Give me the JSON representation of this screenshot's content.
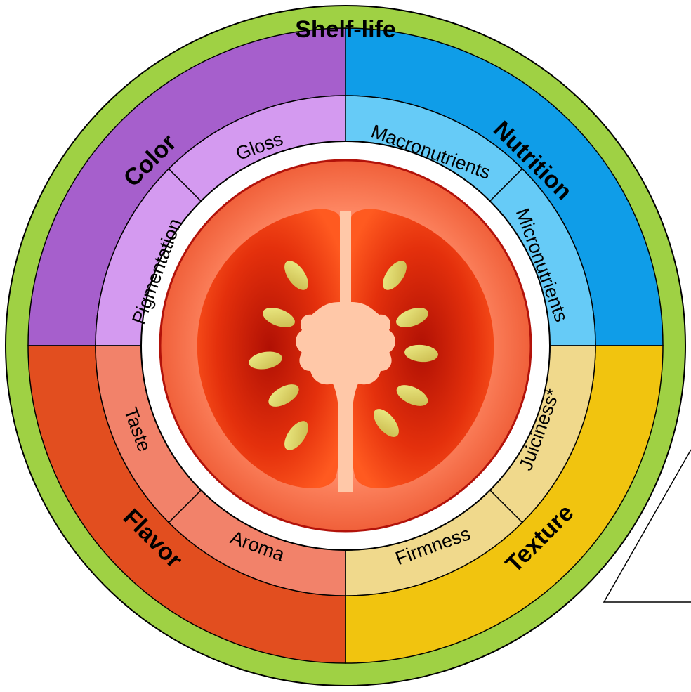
{
  "outer_ring": {
    "label": "Shelf-life",
    "color": "#9fd144"
  },
  "categories": [
    {
      "key": "color",
      "label": "Color",
      "color": "#a65fcc",
      "sub_color": "#d49af0",
      "subs": [
        {
          "label": "Pigmentation"
        },
        {
          "label": "Gloss"
        }
      ]
    },
    {
      "key": "nutrition",
      "label": "Nutrition",
      "color": "#0f9de8",
      "sub_color": "#66cbf7",
      "subs": [
        {
          "label": "Macronutrients"
        },
        {
          "label": "Micronutrients"
        }
      ]
    },
    {
      "key": "texture",
      "label": "Texture",
      "color": "#f1c40f",
      "sub_color": "#f0d98c",
      "subs": [
        {
          "label": "Juiciness*"
        },
        {
          "label": "Firmness"
        }
      ]
    },
    {
      "key": "flavor",
      "label": "Flavor",
      "color": "#e24e1f",
      "sub_color": "#f2826a",
      "subs": [
        {
          "label": "Aroma"
        },
        {
          "label": "Taste"
        }
      ]
    }
  ],
  "center": {
    "icon": "tomato-slice-icon",
    "flesh_color": "#e8421a",
    "seed_color": "#d9d96a"
  }
}
